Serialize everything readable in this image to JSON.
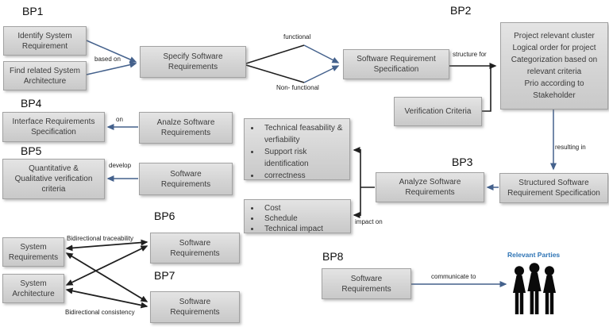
{
  "colors": {
    "arrow_blue": "#44618c",
    "arrow_black": "#1f1f1f",
    "node_fill": "#d4d4d4",
    "node_border": "#a2a2a2",
    "relevant_parties_blue": "#2e74b5"
  },
  "bp_labels": {
    "bp1": "BP1",
    "bp2": "BP2",
    "bp3": "BP3",
    "bp4": "BP4",
    "bp5": "BP5",
    "bp6": "BP6",
    "bp7": "BP7",
    "bp8": "BP8"
  },
  "nodes": {
    "identify_system_requirement": "Identify System\nRequirement",
    "find_related_system_architecture": "Find related System\nArchitecture",
    "specify_software_requirements": "Specify Software\nRequirements",
    "software_requirement_specification": "Software Requirement\nSpecification",
    "verification_criteria": "Verification Criteria",
    "bp2_cluster": "Project relevant cluster\nLogical order for project\nCategorization based on\nrelevant criteria\nPrio according to\nStakeholder",
    "structured_software_requirement_specification": "Structured Software\nRequirement Specification",
    "analyze_software_requirements": "Analyze Software\nRequirements",
    "interface_requirements_specification": "Interface Requirements\nSpecification",
    "analze_software_requirements": "Analze Software\nRequirements",
    "quantitative_qualitative_criteria": "Quantitative &\nQualitative verification\ncriteria",
    "bp5_software_requirements": "Software\nRequirements",
    "system_requirements": "System\nRequirements",
    "system_architecture": "System\nArchitecture",
    "bp6_software_requirements": "Software\nRequirements",
    "bp7_software_requirements": "Software\nRequirements",
    "bp8_software_requirements": "Software\nRequirements"
  },
  "bullet_boxes": {
    "analysis_criteria": {
      "items": [
        "Technical feasability & verfiability",
        "Support risk identification",
        "correctness"
      ]
    },
    "impact_factors": {
      "items": [
        "Cost",
        "Schedule",
        "Technical impact"
      ]
    }
  },
  "edge_labels": {
    "based_on": "based on",
    "functional": "functional",
    "non_functional": "Non- functional",
    "structure_for": "structure for",
    "resulting_in": "resulting in",
    "on": "on",
    "develop": "develop",
    "impact_on": "impact on",
    "bidirectional_traceability": "Bidirectional traceability",
    "bidirectional_consistency": "Bidirectional consistency",
    "communicate_to": "communicate to"
  },
  "relevant_parties_label": "Relevant Parties",
  "icons": {
    "relevant_parties": "people-group-icon"
  }
}
